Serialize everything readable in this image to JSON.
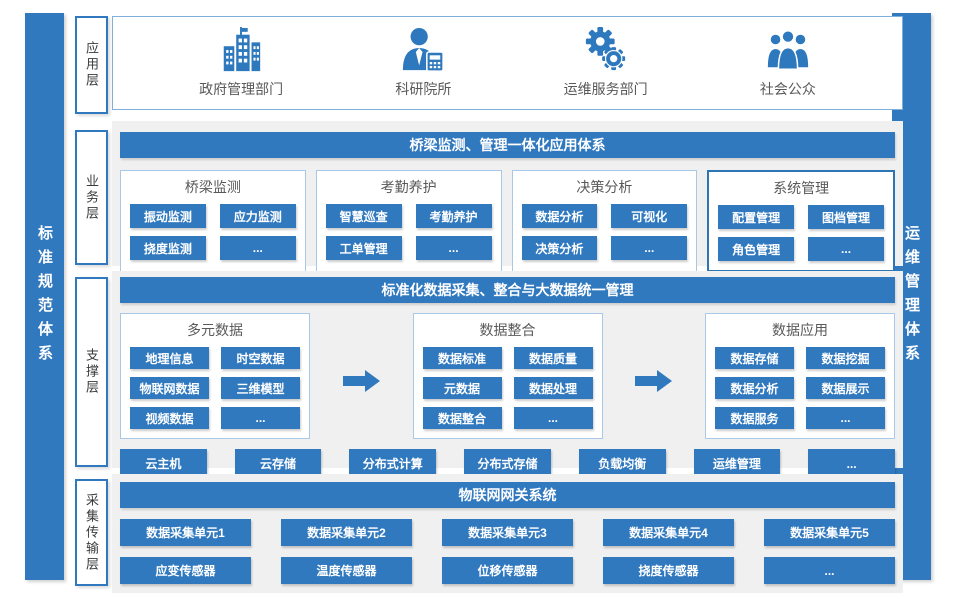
{
  "colors": {
    "accent": "#3179bf",
    "accent_dark": "#2e75b6",
    "panel": "#f0f0f0",
    "border_light": "#a9c8e8",
    "title_text": "#595959"
  },
  "sidebars": {
    "left": "标准规范体系",
    "right": "运维管理体系"
  },
  "layers": {
    "app": {
      "label": "应用层",
      "items": [
        {
          "icon": "government-building-icon",
          "label": "政府管理部门"
        },
        {
          "icon": "researcher-icon",
          "label": "科研院所"
        },
        {
          "icon": "gear-icon",
          "label": "运维服务部门"
        },
        {
          "icon": "public-people-icon",
          "label": "社会公众"
        }
      ]
    },
    "business": {
      "label": "业务层",
      "header": "桥梁监测、管理一体化应用体系",
      "groups": [
        {
          "title": "桥梁监测",
          "buttons": [
            "振动监测",
            "应力监测",
            "挠度监测",
            "..."
          ]
        },
        {
          "title": "考勤养护",
          "buttons": [
            "智慧巡查",
            "考勤养护",
            "工单管理",
            "..."
          ]
        },
        {
          "title": "决策分析",
          "buttons": [
            "数据分析",
            "可视化",
            "决策分析",
            "..."
          ]
        },
        {
          "title": "系统管理",
          "buttons": [
            "配置管理",
            "图档管理",
            "角色管理",
            "..."
          ]
        }
      ]
    },
    "support": {
      "label": "支撑层",
      "header": "标准化数据采集、整合与大数据统一管理",
      "groups": [
        {
          "title": "多元数据",
          "buttons": [
            "地理信息",
            "时空数据",
            "物联网数据",
            "三维模型",
            "视频数据",
            "..."
          ]
        },
        {
          "title": "数据整合",
          "buttons": [
            "数据标准",
            "数据质量",
            "元数据",
            "数据处理",
            "数据整合",
            "..."
          ]
        },
        {
          "title": "数据应用",
          "buttons": [
            "数据存储",
            "数据挖掘",
            "数据分析",
            "数据展示",
            "数据服务",
            "..."
          ]
        }
      ],
      "infra": [
        "云主机",
        "云存储",
        "分布式计算",
        "分布式存储",
        "负载均衡",
        "运维管理",
        "..."
      ]
    },
    "collect": {
      "label": "采集传输层",
      "header": "物联网网关系统",
      "units": [
        "数据采集单元1",
        "数据采集单元2",
        "数据采集单元3",
        "数据采集单元4",
        "数据采集单元5"
      ],
      "sensors": [
        "应变传感器",
        "温度传感器",
        "位移传感器",
        "挠度传感器",
        "..."
      ]
    }
  }
}
